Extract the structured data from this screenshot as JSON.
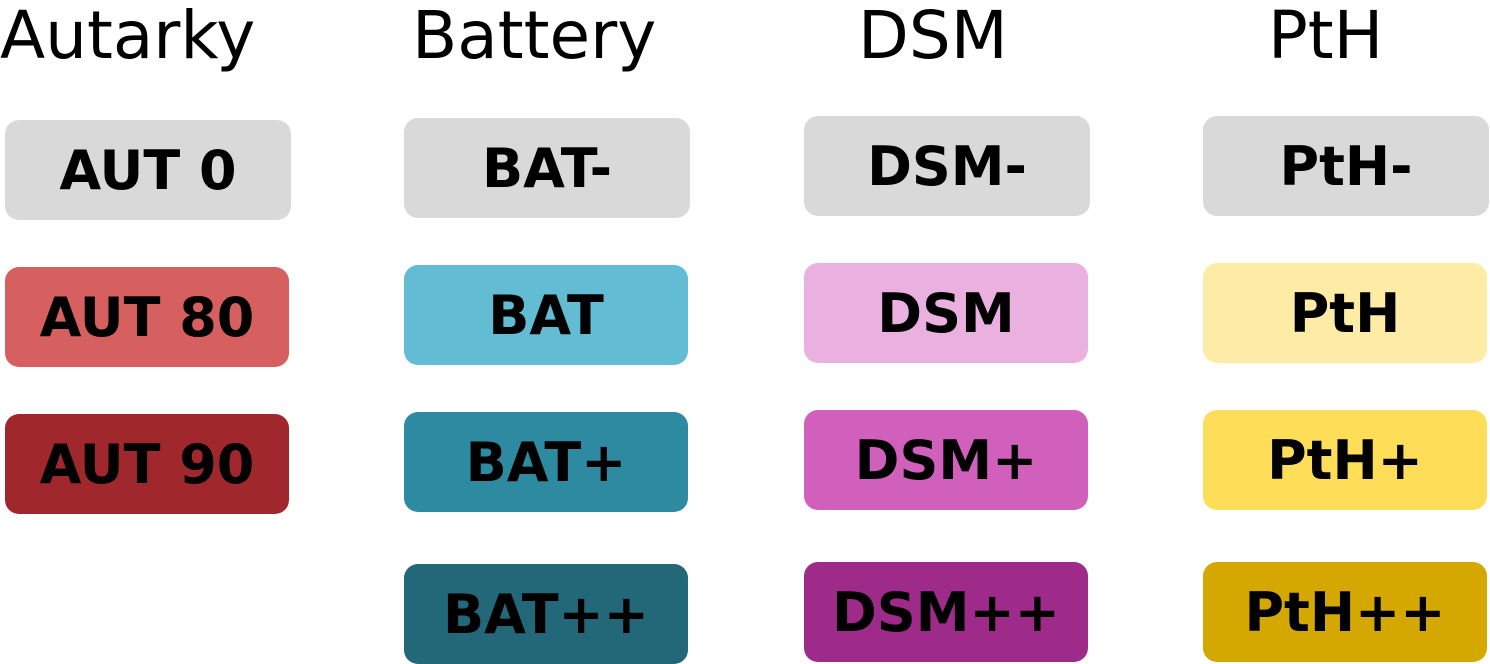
{
  "columns": [
    {
      "heading": "Autarky",
      "items": [
        {
          "label": "AUT 0",
          "color": "#d9d9d9"
        },
        {
          "label": "AUT 80",
          "color": "#d66060"
        },
        {
          "label": "AUT 90",
          "color": "#a0282c"
        }
      ]
    },
    {
      "heading": "Battery",
      "items": [
        {
          "label": "BAT-",
          "color": "#d9d9d9"
        },
        {
          "label": "BAT",
          "color": "#62bcd4"
        },
        {
          "label": "BAT+",
          "color": "#2e8aa0"
        },
        {
          "label": "BAT++",
          "color": "#226878"
        }
      ]
    },
    {
      "heading": "DSM",
      "items": [
        {
          "label": "DSM-",
          "color": "#d9d9d9"
        },
        {
          "label": "DSM",
          "color": "#eab0e0"
        },
        {
          "label": "DSM+",
          "color": "#d060bc"
        },
        {
          "label": "DSM++",
          "color": "#9e2a8a"
        }
      ]
    },
    {
      "heading": "PtH",
      "items": [
        {
          "label": "PtH-",
          "color": "#d9d9d9"
        },
        {
          "label": "PtH",
          "color": "#feeca6"
        },
        {
          "label": "PtH+",
          "color": "#fedd58"
        },
        {
          "label": "PtH++",
          "color": "#d4a800"
        }
      ]
    }
  ]
}
